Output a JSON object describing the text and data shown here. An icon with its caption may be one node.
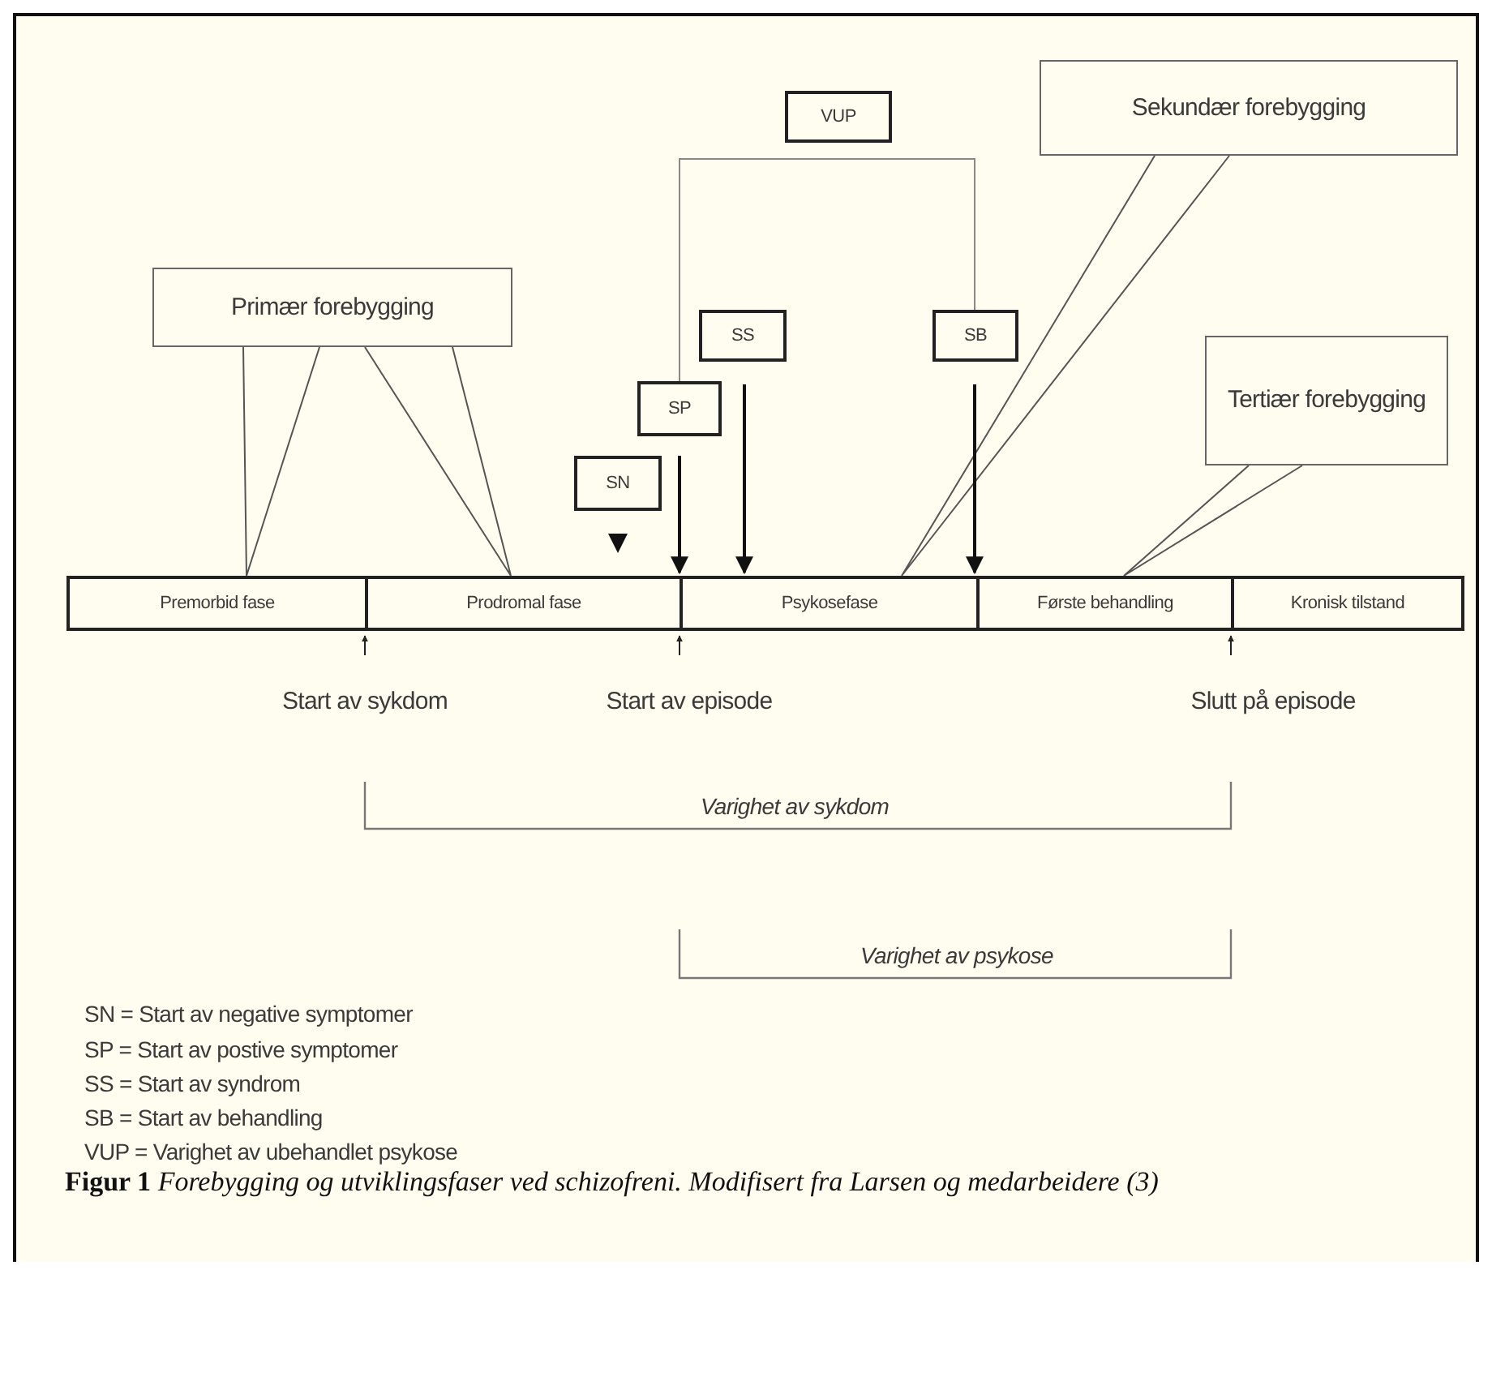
{
  "diagram": {
    "caption": "**Figur 1** *Forebygging og utviklingsfaser ved schizofreni. Modifisert fra Larsen og medarbeidere (3)*",
    "nodes": [
      {
        "text": [
          "VUP"
        ]
      },
      {
        "text": [
          "Sekundær forebygging"
        ]
      },
      {
        "text": [
          "Primær forebygging"
        ]
      },
      {
        "text": [
          "SS"
        ]
      },
      {
        "text": [
          "SB"
        ]
      },
      {
        "text": [
          "SP"
        ]
      },
      {
        "text": [
          "Tertiær forebygging"
        ]
      },
      {
        "text": [
          "SN"
        ]
      },
      {
        "text": [
          "Premorbid fase"
        ]
      },
      {
        "text": [
          "Prodromal fase"
        ]
      },
      {
        "text": [
          "Psykosefase"
        ]
      },
      {
        "text": [
          "Første behandling"
        ]
      },
      {
        "text": [
          "Kronisk tilstand"
        ]
      }
    ],
    "edges": [
      {
        "from": 2,
        "to": 8,
        "arrow": "none"
      },
      {
        "from": 2,
        "to": 9,
        "arrow": "none"
      },
      {
        "from": 1,
        "to": 10,
        "arrow": "none"
      },
      {
        "from": 6,
        "to": 11,
        "arrow": "none"
      },
      {
        "from": 5,
        "to": 4,
        "arrow": "none",
        "color": "#888888"
      },
      {
        "from": 7,
        "to": 9,
        "arrow": "to"
      },
      {
        "from": 5,
        "to": 10,
        "arrow": "to"
      },
      {
        "from": 3,
        "to": 10,
        "arrow": "to"
      },
      {
        "from": 4,
        "to": 11,
        "arrow": "to"
      }
    ],
    "labels": [
      "Start av sykdom",
      "Start av episode",
      "Slutt på episode",
      "Varighet av sykdom",
      "Varighet av psykose",
      "SN = Start av negative symptomer",
      "SP = Start av postive symptomer",
      "SS = Start av syndrom",
      "SB = Start av behandling",
      "VUP = Varighet av ubehandlet psykose"
    ]
  }
}
